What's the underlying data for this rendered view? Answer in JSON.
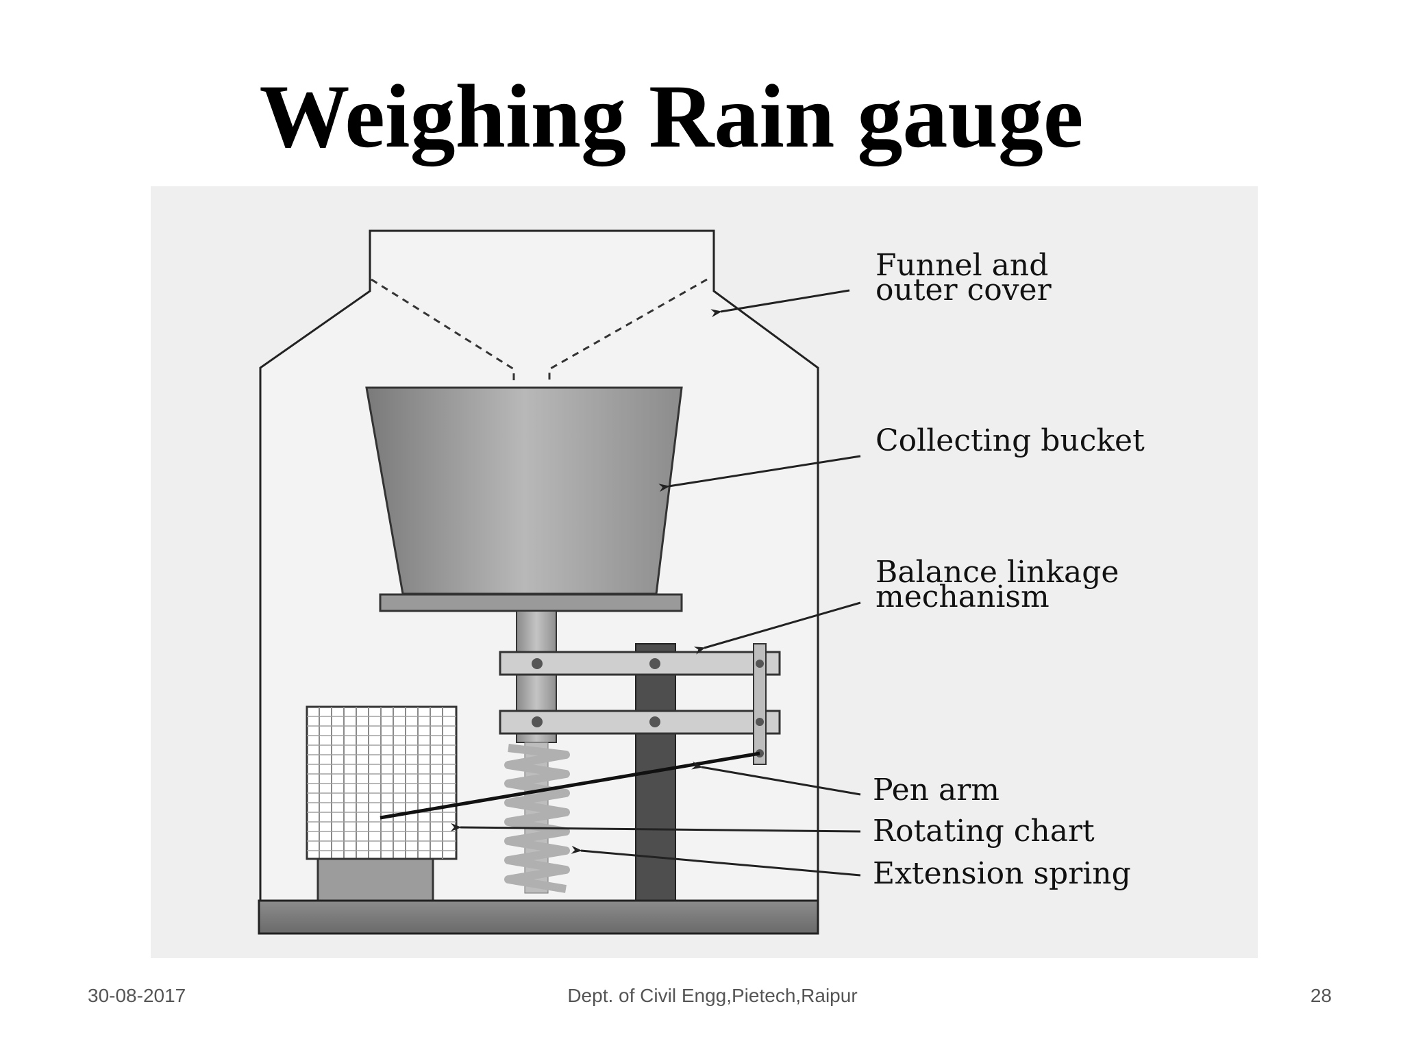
{
  "slide": {
    "title": "Weighing Rain gauge",
    "footer": {
      "date": "30-08-2017",
      "department": "Dept. of Civil Engg,Pietech,Raipur",
      "page_number": "28"
    }
  },
  "diagram": {
    "labels": {
      "funnel_line1": "Funnel and",
      "funnel_line2": "outer cover",
      "bucket": "Collecting bucket",
      "balance_line1": "Balance linkage",
      "balance_line2": "mechanism",
      "pen_arm": "Pen arm",
      "rotating_chart": "Rotating chart",
      "extension_spring": "Extension spring"
    },
    "colors": {
      "background": "#efefef",
      "outline": "#222222",
      "bucket_fill": "#a9a9a9",
      "dark_bar": "#4e4e4e",
      "chart_grid": "#8a8a8a"
    }
  }
}
